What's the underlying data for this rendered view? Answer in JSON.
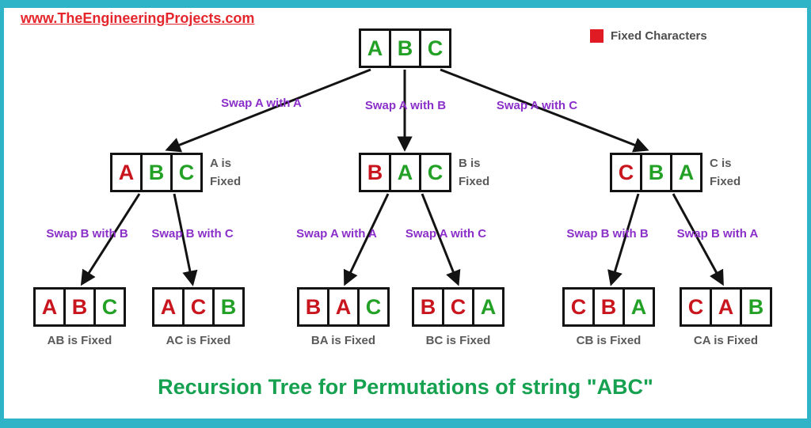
{
  "header": {
    "watermark": "www.TheEngineeringProjects.com"
  },
  "legend": {
    "label": "Fixed Characters"
  },
  "footer": {
    "title": "Recursion Tree for Permutations of string \"ABC\""
  },
  "colors": {
    "border": "#2fb3c6",
    "fixed": "#c9161e",
    "free": "#23a126",
    "edge_label": "#8b2fc9",
    "side_label": "#5a5a5a",
    "title": "#16a150",
    "watermark": "#e4262c",
    "legend_swatch": "#e01b24"
  },
  "tree": {
    "root": {
      "letters": [
        {
          "ch": "A",
          "fixed": false
        },
        {
          "ch": "B",
          "fixed": false
        },
        {
          "ch": "C",
          "fixed": false
        }
      ]
    },
    "level1": [
      {
        "id": "abc",
        "letters": [
          {
            "ch": "A",
            "fixed": true
          },
          {
            "ch": "B",
            "fixed": false
          },
          {
            "ch": "C",
            "fixed": false
          }
        ],
        "side_label": "A is Fixed",
        "edge_label": "Swap A with A"
      },
      {
        "id": "bac",
        "letters": [
          {
            "ch": "B",
            "fixed": true
          },
          {
            "ch": "A",
            "fixed": false
          },
          {
            "ch": "C",
            "fixed": false
          }
        ],
        "side_label": "B is Fixed",
        "edge_label": "Swap A with B"
      },
      {
        "id": "cba",
        "letters": [
          {
            "ch": "C",
            "fixed": true
          },
          {
            "ch": "B",
            "fixed": false
          },
          {
            "ch": "A",
            "fixed": false
          }
        ],
        "side_label": "C is Fixed",
        "edge_label": "Swap A with C"
      }
    ],
    "level2": [
      {
        "id": "abc",
        "letters": [
          {
            "ch": "A",
            "fixed": true
          },
          {
            "ch": "B",
            "fixed": true
          },
          {
            "ch": "C",
            "fixed": false
          }
        ],
        "bottom_label": "AB is Fixed",
        "edge_label": "Swap B with B"
      },
      {
        "id": "acb",
        "letters": [
          {
            "ch": "A",
            "fixed": true
          },
          {
            "ch": "C",
            "fixed": true
          },
          {
            "ch": "B",
            "fixed": false
          }
        ],
        "bottom_label": "AC is Fixed",
        "edge_label": "Swap B with C"
      },
      {
        "id": "bac",
        "letters": [
          {
            "ch": "B",
            "fixed": true
          },
          {
            "ch": "A",
            "fixed": true
          },
          {
            "ch": "C",
            "fixed": false
          }
        ],
        "bottom_label": "BA is Fixed",
        "edge_label": "Swap A with A"
      },
      {
        "id": "bca",
        "letters": [
          {
            "ch": "B",
            "fixed": true
          },
          {
            "ch": "C",
            "fixed": true
          },
          {
            "ch": "A",
            "fixed": false
          }
        ],
        "bottom_label": "BC is Fixed",
        "edge_label": "Swap A with C"
      },
      {
        "id": "cba",
        "letters": [
          {
            "ch": "C",
            "fixed": true
          },
          {
            "ch": "B",
            "fixed": true
          },
          {
            "ch": "A",
            "fixed": false
          }
        ],
        "bottom_label": "CB is Fixed",
        "edge_label": "Swap B with B"
      },
      {
        "id": "cab",
        "letters": [
          {
            "ch": "C",
            "fixed": true
          },
          {
            "ch": "A",
            "fixed": true
          },
          {
            "ch": "B",
            "fixed": false
          }
        ],
        "bottom_label": "CA is Fixed",
        "edge_label": "Swap B with A"
      }
    ]
  }
}
